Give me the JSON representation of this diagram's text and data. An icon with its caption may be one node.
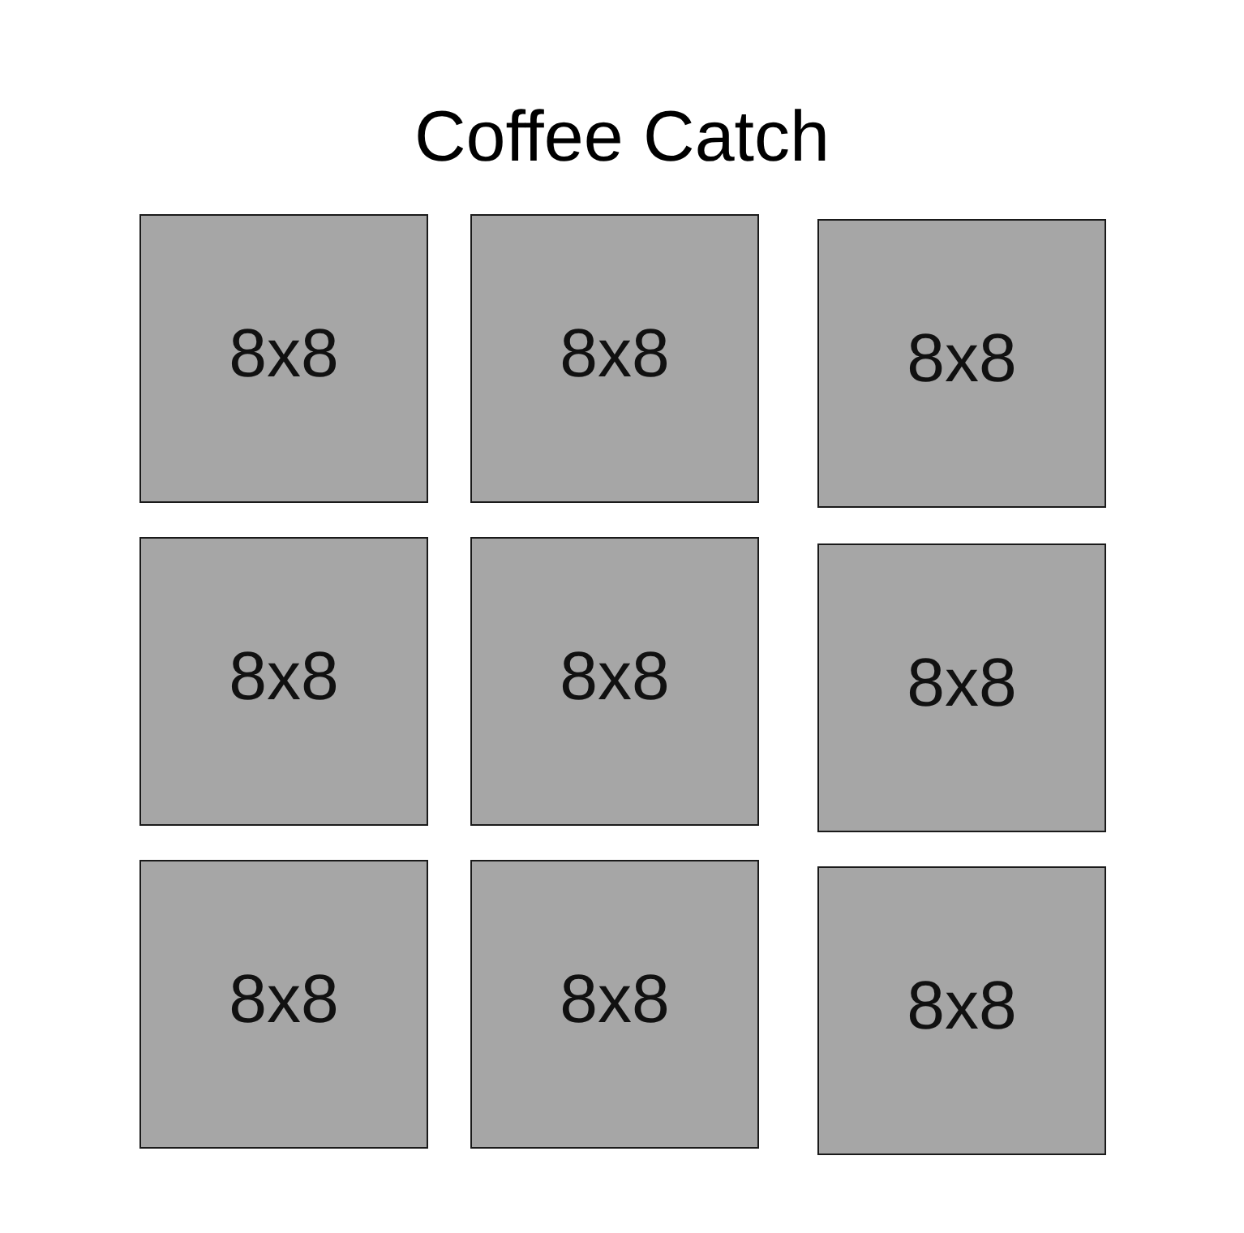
{
  "diagram": {
    "title": "Coffee Catch",
    "nodes": [
      {
        "text": [
          "8x8"
        ]
      },
      {
        "text": [
          "8x8"
        ]
      },
      {
        "text": [
          "8x8"
        ]
      },
      {
        "text": [
          "8x8"
        ]
      },
      {
        "text": [
          "8x8"
        ]
      },
      {
        "text": [
          "8x8"
        ]
      },
      {
        "text": [
          "8x8"
        ]
      },
      {
        "text": [
          "8x8"
        ]
      },
      {
        "text": [
          "8x8"
        ]
      }
    ],
    "edges": []
  }
}
